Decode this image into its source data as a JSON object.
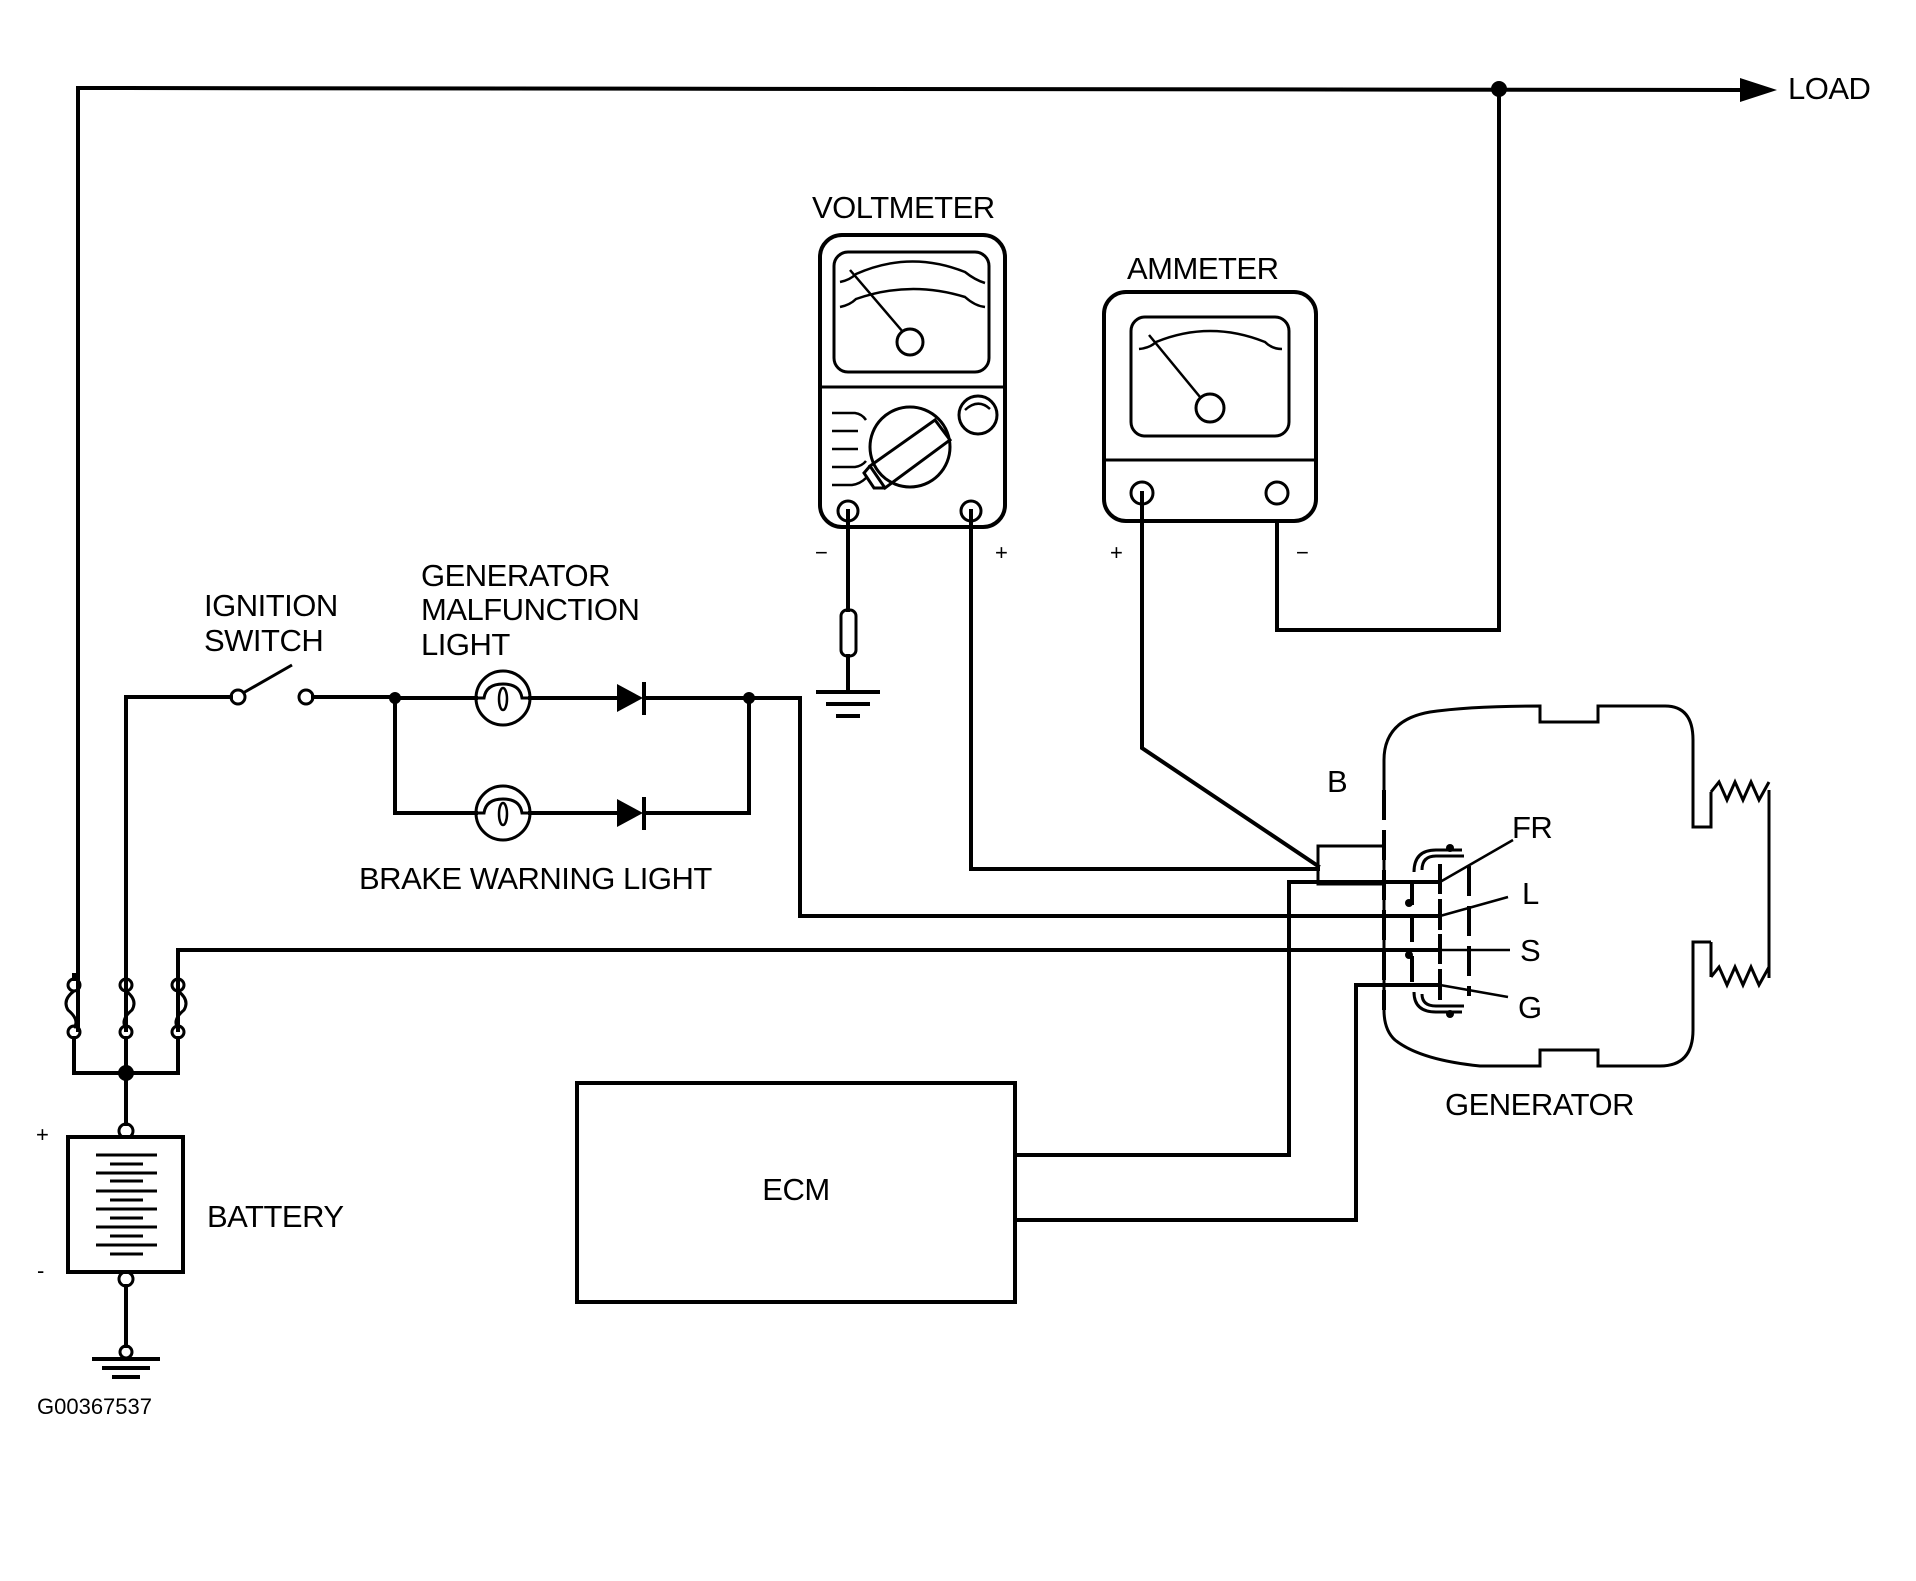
{
  "figure_id": "G00367537",
  "labels": {
    "load": "LOAD",
    "voltmeter": "VOLTMETER",
    "ammeter": "AMMETER",
    "ignition_switch": [
      "IGNITION",
      "SWITCH"
    ],
    "generator_malfunction_light": [
      "GENERATOR",
      "MALFUNCTION",
      "LIGHT"
    ],
    "brake_warning_light": "BRAKE WARNING LIGHT",
    "generator": "GENERATOR",
    "ecm": "ECM",
    "battery": "BATTERY",
    "battery_plus": "+",
    "battery_minus": "-",
    "voltmeter_minus": "−",
    "voltmeter_plus": "+",
    "ammeter_plus": "+",
    "ammeter_minus": "−",
    "terminal_b": "B",
    "terminals": [
      "FR",
      "L",
      "S",
      "G"
    ]
  },
  "components": [
    {
      "id": "battery",
      "type": "battery"
    },
    {
      "id": "fuses",
      "type": "fuse",
      "count": 3
    },
    {
      "id": "ignition-switch",
      "type": "switch",
      "state": "open"
    },
    {
      "id": "generator-malfunction-light",
      "type": "lamp-with-diode"
    },
    {
      "id": "brake-warning-light",
      "type": "lamp-with-diode"
    },
    {
      "id": "voltmeter",
      "type": "meter"
    },
    {
      "id": "ammeter",
      "type": "meter"
    },
    {
      "id": "ecm",
      "type": "module"
    },
    {
      "id": "generator",
      "type": "alternator",
      "terminals": [
        "B",
        "FR",
        "L",
        "S",
        "G"
      ]
    }
  ],
  "connections": [
    {
      "from": "battery+",
      "to": "fuse-1",
      "then": "LOAD"
    },
    {
      "from": "battery+",
      "to": "fuse-2",
      "then": "ignition-switch"
    },
    {
      "from": "battery+",
      "to": "fuse-3",
      "then": "generator.S"
    },
    {
      "from": "ignition-switch",
      "to": "generator-malfunction-light || brake-warning-light",
      "then": "generator.L"
    },
    {
      "from": "generator.B",
      "to": "voltmeter+"
    },
    {
      "from": "voltmeter-",
      "to": "ground"
    },
    {
      "from": "generator.B",
      "to": "ammeter+"
    },
    {
      "from": "ammeter-",
      "to": "LOAD"
    },
    {
      "from": "ecm",
      "to": "generator.FR"
    },
    {
      "from": "ecm",
      "to": "generator.G"
    },
    {
      "from": "battery-",
      "to": "ground"
    }
  ]
}
